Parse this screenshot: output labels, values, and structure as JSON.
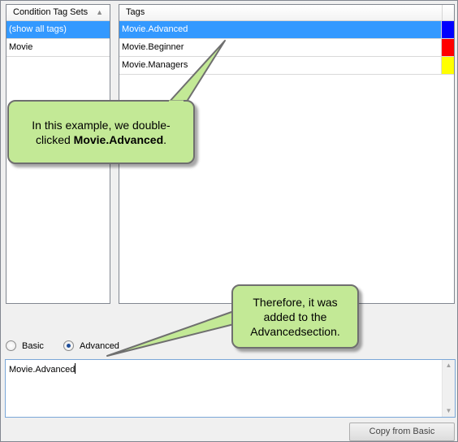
{
  "condition_tag_sets": {
    "header": "Condition Tag Sets",
    "sort_indicator": "▲",
    "items": [
      "(show all tags)",
      "Movie"
    ],
    "selected_index": 0
  },
  "tags": {
    "header": "Tags",
    "items": [
      {
        "name": "Movie.Advanced",
        "color": "#0000ff",
        "selected": true
      },
      {
        "name": "Movie.Beginner",
        "color": "#ff0000",
        "selected": false
      },
      {
        "name": "Movie.Managers",
        "color": "#ffff00",
        "selected": false
      }
    ]
  },
  "section_options": {
    "basic_label": "Basic",
    "advanced_label": "Advanced",
    "selected": "Advanced"
  },
  "editor": {
    "value": "Movie.Advanced"
  },
  "buttons": {
    "copy_from_basic": "Copy from Basic"
  },
  "callouts": {
    "first": {
      "line1": "In this example, we double-",
      "line2_prefix": "clicked ",
      "line2_bold": "Movie.Advanced",
      "line2_suffix": "."
    },
    "second": {
      "line1": "Therefore, it was",
      "line2": "added to the",
      "line3_a": "Advanced",
      "line3_b": "section."
    }
  },
  "colors": {
    "selection": "#3399ff",
    "callout_fill": "#c3e996"
  }
}
